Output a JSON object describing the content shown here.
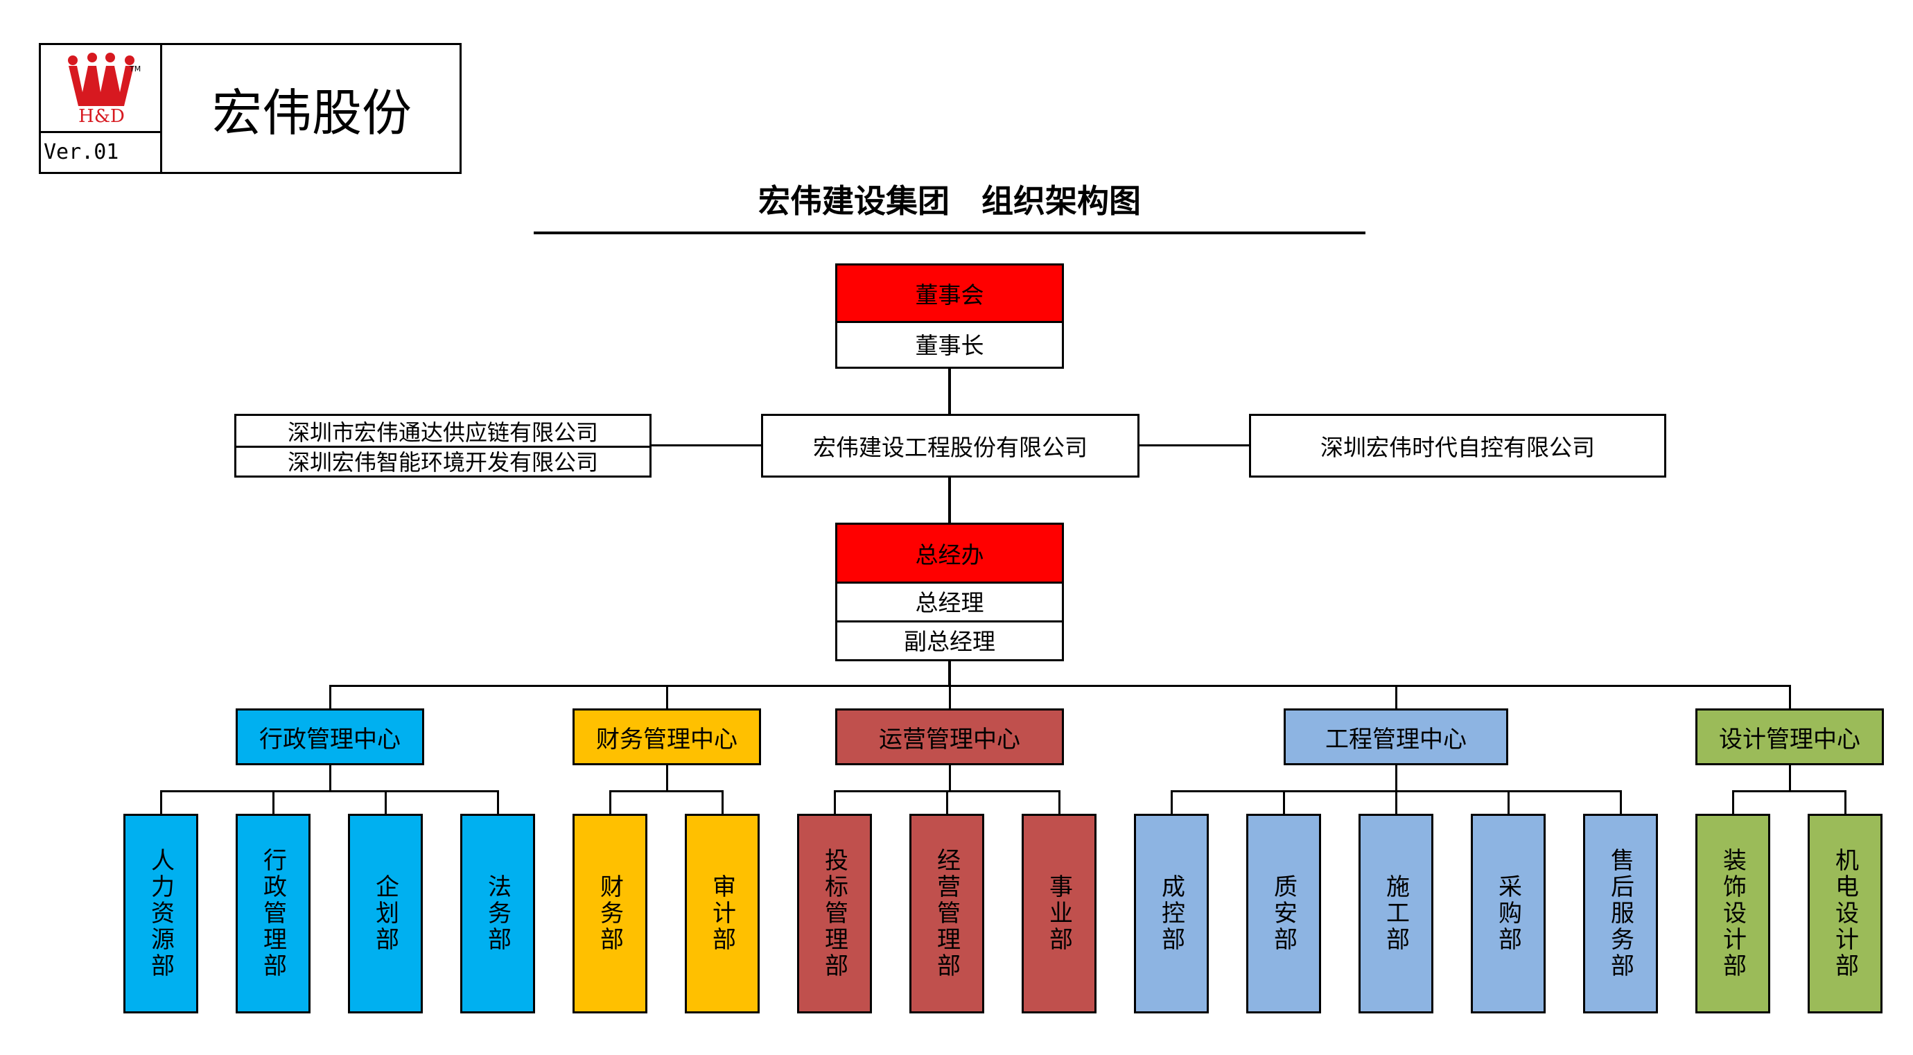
{
  "header": {
    "logo_text": "H&D",
    "logo_tm": "TM",
    "version": "Ver.01",
    "brand": "宏伟股份"
  },
  "title": "宏伟建设集团　组织架构图",
  "board": {
    "top": "董事会",
    "sub": "董事长"
  },
  "company": "宏伟建设工程股份有限公司",
  "left_subsidiaries": [
    "深圳市宏伟通达供应链有限公司",
    "深圳宏伟智能环境开发有限公司"
  ],
  "right_subsidiary": "深圳宏伟时代自控有限公司",
  "gm_office": {
    "top": "总经办",
    "rows": [
      "总经理",
      "副总经理"
    ]
  },
  "centers": [
    {
      "name": "行政管理中心",
      "color": "#00b0f0",
      "departments": [
        "人力资源部",
        "行政管理部",
        "企划部",
        "法务部"
      ]
    },
    {
      "name": "财务管理中心",
      "color": "#ffc000",
      "departments": [
        "财务部",
        "审计部"
      ]
    },
    {
      "name": "运营管理中心",
      "color": "#c0504d",
      "departments": [
        "投标管理部",
        "经营管理部",
        "事业部"
      ]
    },
    {
      "name": "工程管理中心",
      "color": "#8db4e2",
      "departments": [
        "成控部",
        "质安部",
        "施工部",
        "采购部",
        "售后服务部"
      ]
    },
    {
      "name": "设计管理中心",
      "color": "#9bbb59",
      "departments": [
        "装饰设计部",
        "机电设计部"
      ]
    }
  ],
  "colors": {
    "header_red": "#ff0000",
    "logo_red": "#d71920"
  }
}
